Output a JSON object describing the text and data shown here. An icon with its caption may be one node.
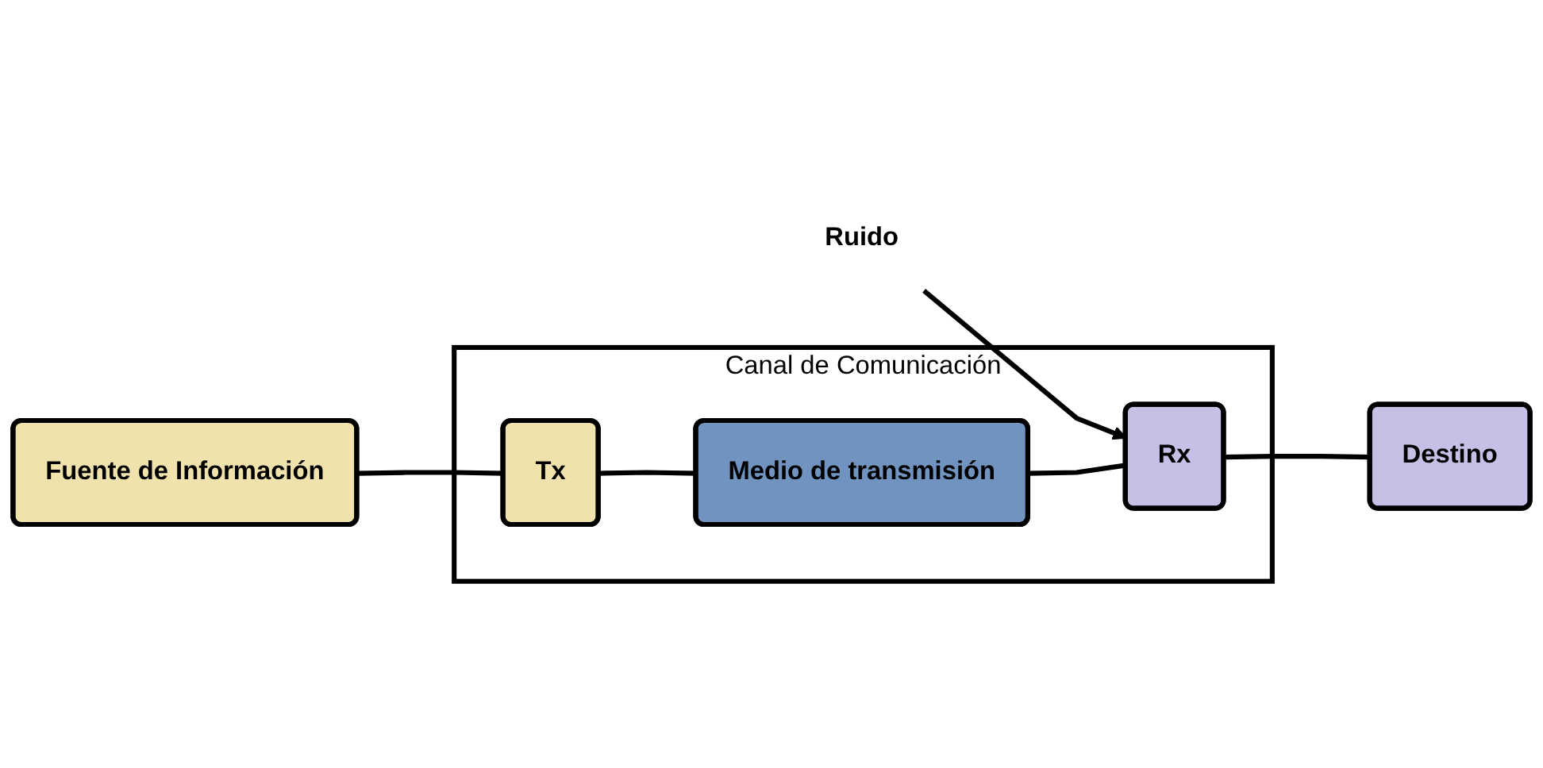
{
  "diagram": {
    "nodes": [
      {
        "text": [
          "Ruido"
        ]
      },
      {
        "text": [
          "Fuente de Información"
        ]
      },
      {
        "text": [
          "Canal de Comunicación"
        ]
      },
      {
        "text": [
          "Tx"
        ],
        "in": 2
      },
      {
        "text": [
          "Rx"
        ],
        "in": 2
      },
      {
        "text": [
          "Medio de transmisión"
        ],
        "in": 2
      },
      {
        "text": [
          "Destino"
        ]
      }
    ],
    "edges": [
      {
        "from": 0,
        "to": 4,
        "arrow": "to"
      },
      {
        "from": 1,
        "to": 3,
        "arrow": "none"
      },
      {
        "from": 3,
        "to": 5,
        "arrow": "none"
      },
      {
        "from": 5,
        "to": 4,
        "arrow": "none"
      },
      {
        "from": 4,
        "to": 6,
        "arrow": "none"
      }
    ]
  }
}
